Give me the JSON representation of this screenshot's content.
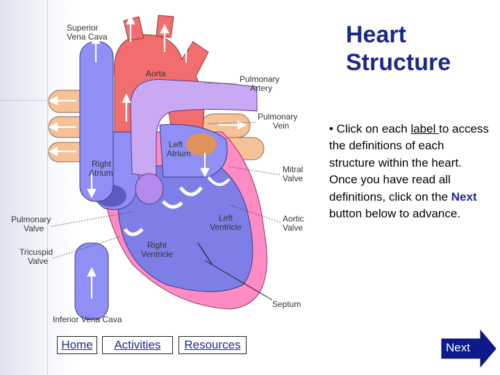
{
  "title": {
    "line1": "Heart",
    "line2": "Structure"
  },
  "instructions": {
    "pre": "• Click on each ",
    "label_word": "label ",
    "mid": "to access the definitions of each structure within the heart. Once you have read all definitions, click on the ",
    "next_word": "Next",
    "post": " button below to advance."
  },
  "labels": {
    "superior_vena_cava": [
      "Superior",
      "Vena Cava"
    ],
    "aorta": "Aorta",
    "pulmonary_artery": [
      "Pulmonary",
      "Artery"
    ],
    "pulmonary_vein": [
      "Pulmonary",
      "Vein"
    ],
    "left_atrium": [
      "Left",
      "Atrium"
    ],
    "right_atrium": [
      "Right",
      "Atrium"
    ],
    "mitral_valve": [
      "Mitral",
      "Valve"
    ],
    "pulmonary_valve": [
      "Pulmonary",
      "Valve"
    ],
    "aortic_valve": [
      "Aortic",
      "Valve"
    ],
    "left_ventricle": [
      "Left",
      "Ventricle"
    ],
    "tricuspid_valve": [
      "Tricuspid",
      "Valve"
    ],
    "right_ventricle": [
      "Right",
      "Ventricle"
    ],
    "septum": "Septum",
    "inferior_vena_cava": "Inferior Vena Cava"
  },
  "nav": {
    "home": "Home",
    "activities": "Activities",
    "resources": "Resources",
    "next": "Next"
  },
  "colors": {
    "blood_blue": "#8f8ff5",
    "blood_red": "#f26d6d",
    "atrium_lavender": "#c9a9f4",
    "heart_pink": "#ff8bc4",
    "vein_orange": "#f5c197",
    "title_blue": "#1c2890"
  }
}
